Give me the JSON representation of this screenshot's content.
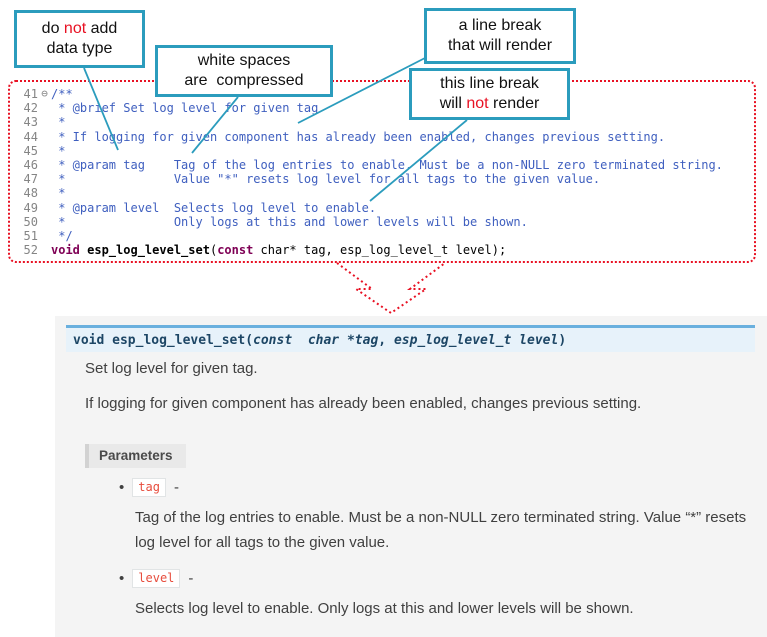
{
  "colors": {
    "accent_teal": "#2b9cbd",
    "annotation_red": "#e81123",
    "keyword_purple": "#7f0055",
    "comment_blue": "#3f5fbf",
    "chip_red": "#e74c3c",
    "signature_bg": "#e7f2fa",
    "signature_border": "#6ab0de"
  },
  "callouts": {
    "no_datatype": {
      "line1_pre": "do ",
      "line1_red": "not",
      "line1_post": " add",
      "line2": "data type"
    },
    "whitespace": {
      "line1": "white spaces",
      "line2": "are  compressed"
    },
    "break_render": {
      "line1": "a line break",
      "line2": "that will render"
    },
    "break_norender": {
      "line1": "this line break",
      "line2_pre": "will ",
      "line2_red": "not",
      "line2_post": " render"
    }
  },
  "code": {
    "lines": [
      {
        "num": "41",
        "fold": "⊖",
        "text": "/**"
      },
      {
        "num": "42",
        "text": " * @brief Set log level for given tag"
      },
      {
        "num": "43",
        "text": " *"
      },
      {
        "num": "44",
        "text": " * If logging for given component has already been enabled, changes previous setting."
      },
      {
        "num": "45",
        "text": " *"
      },
      {
        "num": "46",
        "text": " * @param tag    Tag of the log entries to enable. Must be a non-NULL zero terminated string."
      },
      {
        "num": "47",
        "text": " *               Value \"*\" resets log level for all tags to the given value."
      },
      {
        "num": "48",
        "text": " *"
      },
      {
        "num": "49",
        "text": " * @param level  Selects log level to enable."
      },
      {
        "num": "50",
        "text": " *               Only logs at this and lower levels will be shown."
      },
      {
        "num": "51",
        "text": " */"
      }
    ],
    "decl": {
      "num": "52",
      "kw_void": "void ",
      "name": "esp_log_level_set",
      "open": "(",
      "kw_const": "const",
      "rest": " char* tag, esp_log_level_t level);"
    }
  },
  "doc": {
    "signature": {
      "kw_void": "void ",
      "name": "esp_log_level_set",
      "open": "(",
      "kw_const": "const ",
      "type_char": " char *",
      "param_tag": "tag",
      "comma": ", ",
      "type_level": "esp_log_level_t ",
      "param_level": "level",
      "close": ")"
    },
    "brief": "Set log level for given tag.",
    "description": "If logging for given component has already been enabled, changes previous setting.",
    "parameters_label": "Parameters",
    "bullet": "•",
    "params": [
      {
        "name": "tag",
        "sep": "-",
        "desc": "Tag of the log entries to enable. Must be a non-NULL zero terminated string. Value “*” resets log level for all tags to the given value."
      },
      {
        "name": "level",
        "sep": "-",
        "desc": "Selects log level to enable. Only logs at this and lower levels will be shown."
      }
    ]
  }
}
